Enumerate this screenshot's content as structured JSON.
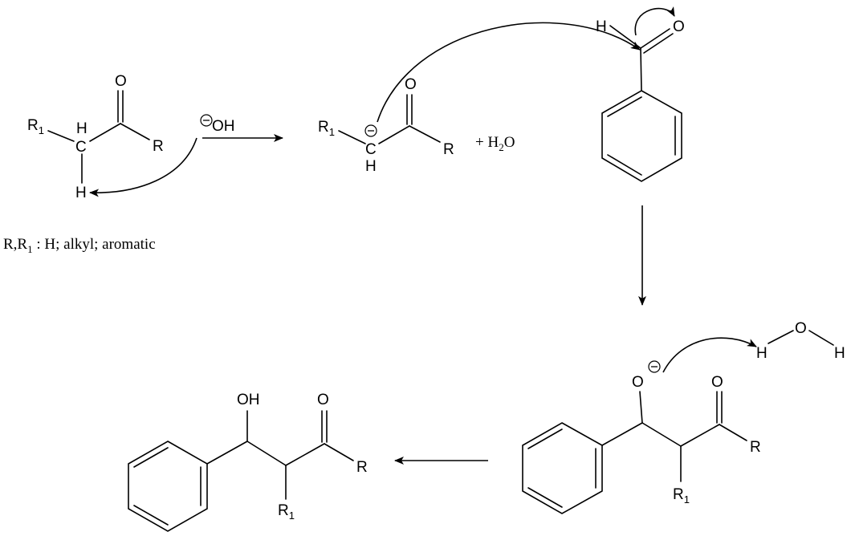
{
  "substituent_note": {
    "prefix": "R,R",
    "sub": "1",
    "text": " : H; alkyl; aromatic"
  },
  "labels": {
    "O": "O",
    "R": "R",
    "R1_main": "R",
    "R1_sub": "1",
    "H": "H",
    "C": "C",
    "OH": "OH",
    "minus": "−",
    "plus_water_prefix": "+ H",
    "water_sub": "2",
    "water_suffix": "O"
  }
}
